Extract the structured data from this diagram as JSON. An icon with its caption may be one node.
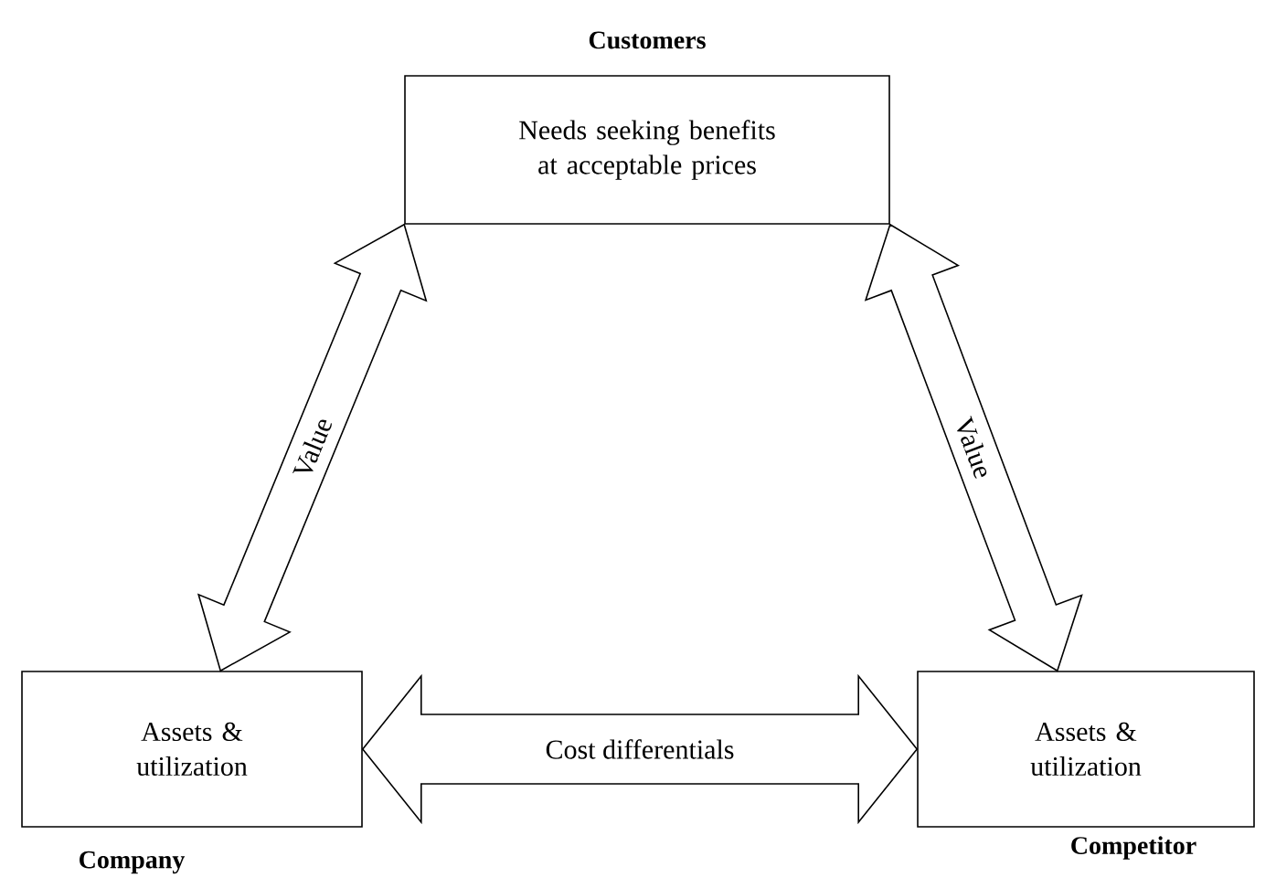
{
  "diagram": {
    "nodes": [
      {
        "text": [
          "Needs seeking benefits at acceptable prices"
        ],
        "beside": [
          "Customers"
        ]
      },
      {
        "text": [
          "Assets & utilization"
        ],
        "beside": [
          "Company"
        ]
      },
      {
        "text": [
          "Assets & utilization"
        ],
        "beside": [
          "Competitor"
        ]
      }
    ],
    "edges": [
      {
        "from": 1,
        "to": 0,
        "arrow": "both",
        "label": "Value"
      },
      {
        "from": 0,
        "to": 2,
        "arrow": "both",
        "label": "Value"
      },
      {
        "from": 1,
        "to": 2,
        "arrow": "both",
        "label": "Cost differentials"
      }
    ]
  }
}
